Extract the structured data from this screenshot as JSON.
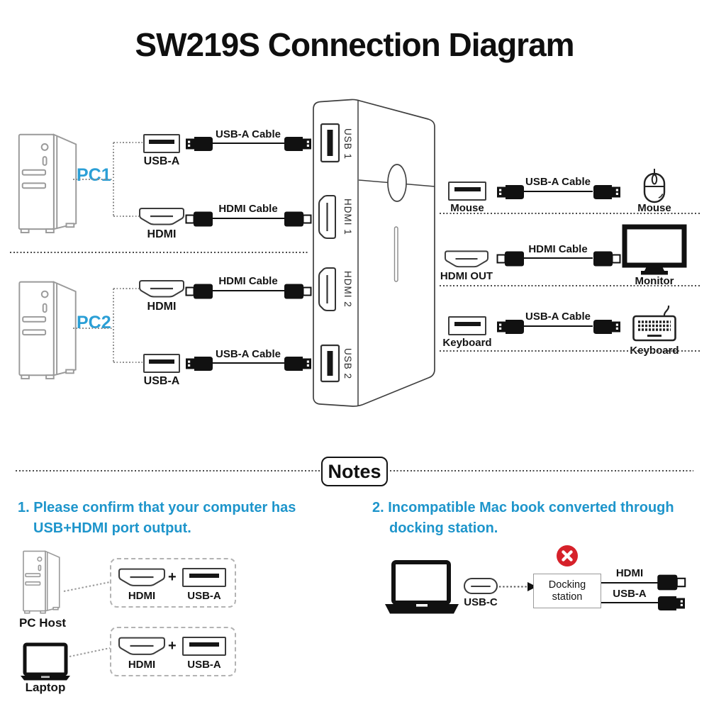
{
  "title": "SW219S Connection Diagram",
  "colors": {
    "accent_blue": "#2B9FD6",
    "note_blue": "#1E95CB",
    "error_red": "#D6212A"
  },
  "pc1": {
    "label": "PC1",
    "usb_port": "USB-A",
    "usb_cable": "USB-A Cable",
    "hdmi_port": "HDMI",
    "hdmi_cable": "HDMI Cable"
  },
  "pc2": {
    "label": "PC2",
    "hdmi_port": "HDMI",
    "hdmi_cable": "HDMI Cable",
    "usb_port": "USB-A",
    "usb_cable": "USB-A Cable"
  },
  "kvm": {
    "ports": {
      "usb1": "USB 1",
      "hdmi1": "HDMI 1",
      "hdmi2": "HDMI 2",
      "usb2": "USB 2"
    }
  },
  "outputs": {
    "mouse": {
      "port": "Mouse",
      "cable": "USB-A Cable",
      "device": "Mouse"
    },
    "monitor": {
      "port": "HDMI OUT",
      "cable": "HDMI Cable",
      "device": "Monitor"
    },
    "keyboard": {
      "port": "Keyboard",
      "cable": "USB-A Cable",
      "device": "Keyboard"
    }
  },
  "notes": {
    "header": "Notes",
    "note1": {
      "line1": "1. Please confirm that your computer has",
      "line2": "USB+HDMI port output."
    },
    "note2": {
      "line1": "2. Incompatible Mac book converted through",
      "line2": "docking station."
    }
  },
  "note1_diagram": {
    "pc_host": "PC Host",
    "laptop": "Laptop",
    "hdmi": "HDMI",
    "plus": "+",
    "usb": "USB-A"
  },
  "note2_diagram": {
    "usbc": "USB-C",
    "dock_line1": "Docking",
    "dock_line2": "station",
    "hdmi": "HDMI",
    "usb": "USB-A"
  }
}
